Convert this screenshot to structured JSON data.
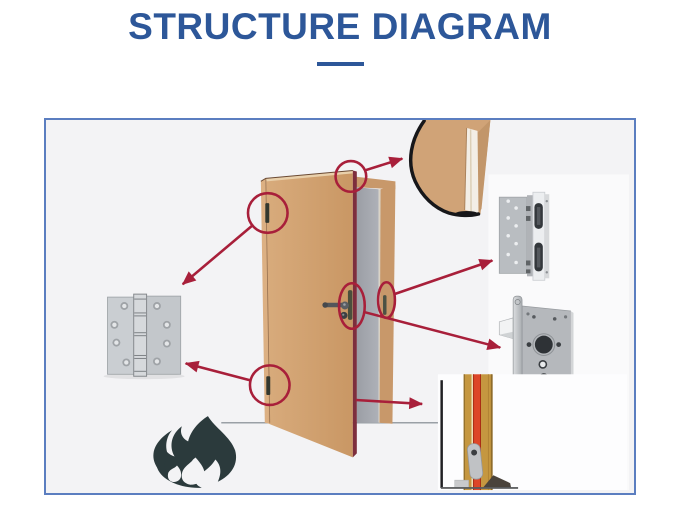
{
  "header": {
    "title": "STRUCTURE DIAGRAM"
  },
  "colors": {
    "title_blue": "#2d5799",
    "box_border": "#5b7ec0",
    "box_bg": "#f3f3f5",
    "arrow_red": "#a81f3a",
    "door_wood": "#d2a375",
    "frame_wood": "#c8986a",
    "door_edge_maroon": "#7d2e3d",
    "opening_gray": "#a7aab1",
    "metal_gray": "#c6c9cd",
    "flame_dark": "#2b3a3c",
    "fire_seal_wood": "#c59740",
    "fire_seal_red": "#dd4628",
    "photo_white": "#fdfdfe"
  },
  "diagram": {
    "components": [
      {
        "name": "door-leaf"
      },
      {
        "name": "door-frame"
      },
      {
        "name": "butt-hinge"
      },
      {
        "name": "corner-cross-section"
      },
      {
        "name": "hinge-strike-plate"
      },
      {
        "name": "mortise-lock-body"
      },
      {
        "name": "fire-seal-door-edge"
      },
      {
        "name": "fire-icon"
      }
    ],
    "callouts": [
      {
        "from": "door-top-corner",
        "to": "corner-cross-section"
      },
      {
        "from": "hinge-position-upper",
        "to": "butt-hinge"
      },
      {
        "from": "hinge-position-lower",
        "to": "butt-hinge"
      },
      {
        "from": "frame-strike-position",
        "to": "hinge-strike-plate"
      },
      {
        "from": "door-edge-lock-position",
        "to": "mortise-lock-body"
      },
      {
        "from": "door-bottom-edge",
        "to": "fire-seal-door-edge"
      }
    ]
  }
}
